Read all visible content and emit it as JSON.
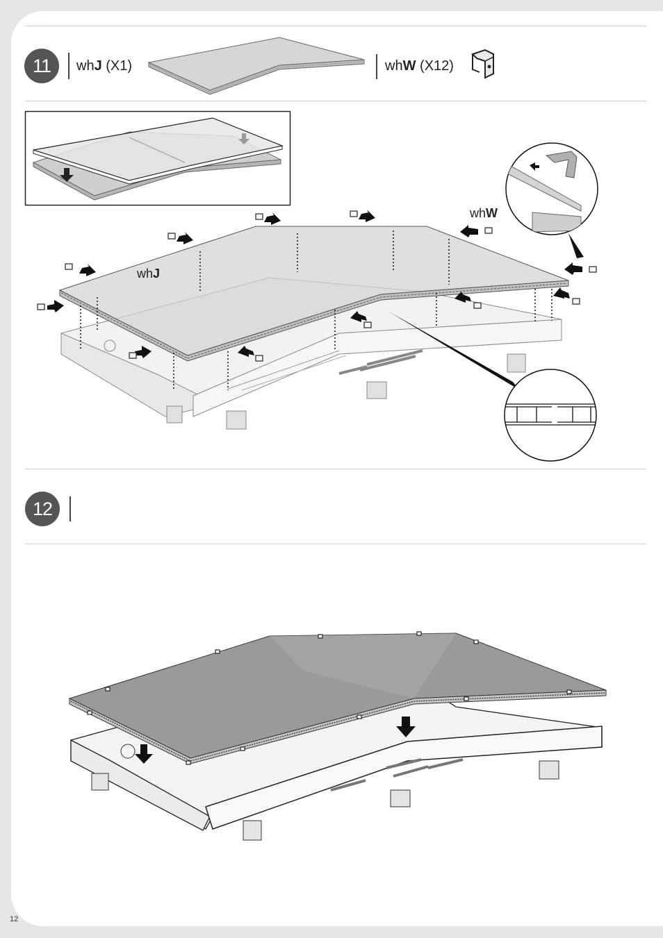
{
  "page": {
    "number": "12"
  },
  "step11": {
    "number": "11",
    "parts": [
      {
        "prefix": "wh",
        "letter": "J",
        "qty": "(X1)"
      },
      {
        "prefix": "wh",
        "letter": "W",
        "qty": "(X12)"
      }
    ],
    "callouts": {
      "panel": {
        "prefix": "wh",
        "letter": "J"
      },
      "clip": {
        "prefix": "wh",
        "letter": "W"
      }
    }
  },
  "step12": {
    "number": "12"
  },
  "colors": {
    "badge": "#555555",
    "panel": "#d8d8d8",
    "frame": "#f1f1f1",
    "line": "#222222"
  }
}
